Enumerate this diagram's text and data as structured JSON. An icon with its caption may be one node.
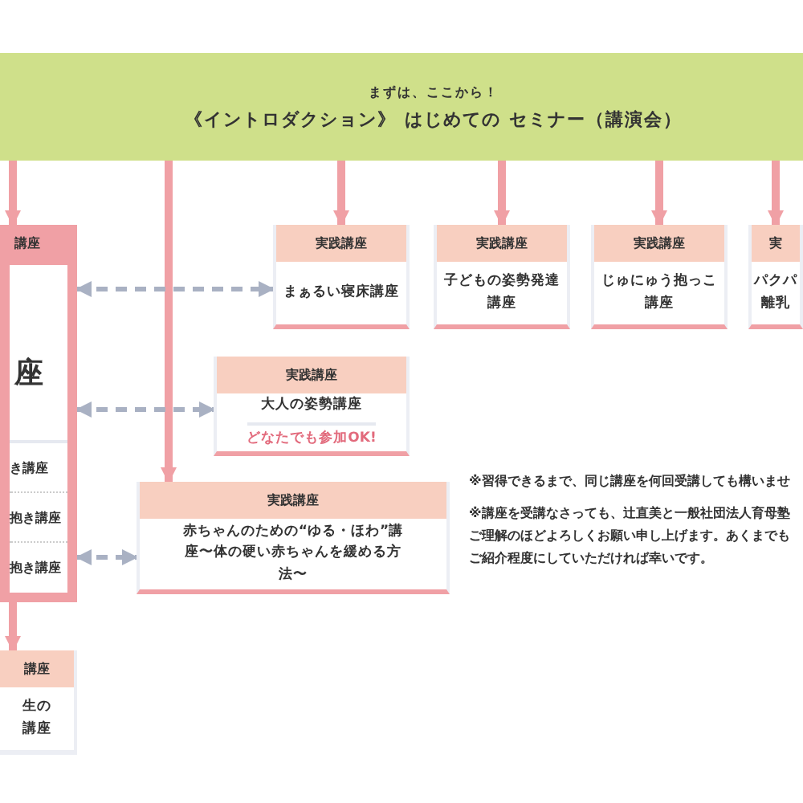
{
  "diagram": {
    "nodes": [
      {
        "text": [
          "まずは、ここから！",
          "《イントロダクション》 はじめての セミナー（講演会）"
        ]
      },
      {
        "text": [
          "講座",
          "座",
          "き講座",
          "抱き講座",
          "抱き講座"
        ]
      },
      {
        "text": [
          "実践講座",
          "まぁるい寝床講座"
        ]
      },
      {
        "text": [
          "実践講座",
          "子どもの姿勢発達講座"
        ]
      },
      {
        "text": [
          "実践講座",
          "じゅにゅう抱っこ講座"
        ]
      },
      {
        "text": [
          "実",
          "パクパ離乳"
        ]
      },
      {
        "text": [
          "実践講座",
          "大人の姿勢講座",
          "どなたでも参加OK!"
        ]
      },
      {
        "text": [
          "実践講座",
          "赤ちゃんのための“ゆる・ほわ”講座〜体の硬い赤ちゃんを緩める方法〜"
        ]
      },
      {
        "text": [
          "講座",
          "生の講座"
        ]
      }
    ],
    "edges": [
      {
        "from": 0,
        "to": 1,
        "arrow": "to"
      },
      {
        "from": 0,
        "to": 7,
        "arrow": "to"
      },
      {
        "from": 0,
        "to": 2,
        "arrow": "to"
      },
      {
        "from": 0,
        "to": 3,
        "arrow": "to"
      },
      {
        "from": 0,
        "to": 4,
        "arrow": "to"
      },
      {
        "from": 0,
        "to": 5,
        "arrow": "to"
      },
      {
        "from": 1,
        "to": 8,
        "arrow": "to"
      },
      {
        "from": 1,
        "to": 2,
        "arrow": "both",
        "style": "dashed",
        "color": "#a9b1c3"
      },
      {
        "from": 1,
        "to": 6,
        "arrow": "both",
        "style": "dashed",
        "color": "#a9b1c3"
      },
      {
        "from": 1,
        "to": 7,
        "arrow": "both",
        "style": "dashed",
        "color": "#a9b1c3"
      }
    ],
    "labels": [
      "※習得できるまで、同じ講座を何回受講しても構いませ",
      "※講座を受講なさっても、辻直美と一般社団法人育母塾ご理解のほどよろしくお願い申し上げます。あくまでもご紹介程度にしていただければ幸いです。"
    ]
  }
}
